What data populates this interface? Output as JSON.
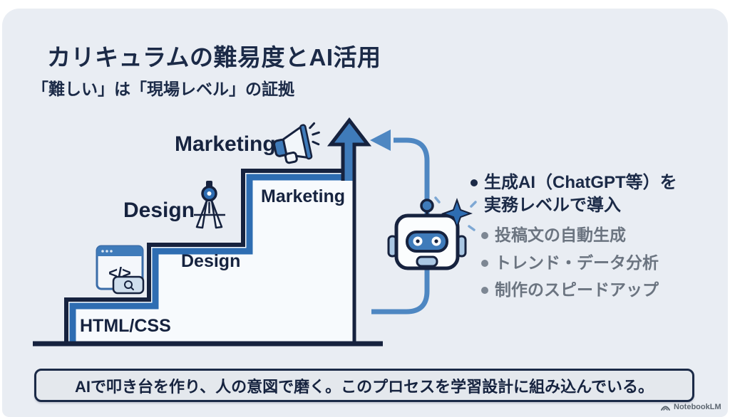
{
  "slide": {
    "title": "カリキュラムの難易度とAI活用",
    "subtitle": "「難しい」は「現場レベル」の証拠"
  },
  "staircase": {
    "steps": [
      {
        "id": "html-css",
        "inner_label": "HTML/CSS",
        "outer_label": "",
        "icon": "code-browser-icon"
      },
      {
        "id": "design",
        "inner_label": "Design",
        "outer_label": "Design",
        "icon": "compass-icon"
      },
      {
        "id": "marketing",
        "inner_label": "Marketing",
        "outer_label": "Marketing",
        "icon": "megaphone-icon"
      }
    ]
  },
  "ai_panel": {
    "primary": {
      "line1": "生成AI（ChatGPT等）を",
      "line2": "実務レベルで導入"
    },
    "sub_items": [
      {
        "label": "投稿文の自動生成"
      },
      {
        "label": "トレンド・データ分析"
      },
      {
        "label": "制作のスピードアップ"
      }
    ]
  },
  "banner": {
    "text": "AIで叩き台を作り、人の意図で磨く。このプロセスを学習設計に組み込んでいる。"
  },
  "footer": {
    "brand": "NotebookLM"
  },
  "icons": {
    "code_glyph": "</>",
    "list": [
      "code-browser-icon",
      "compass-icon",
      "megaphone-icon",
      "up-arrow-icon",
      "loop-arrow-icon",
      "robot-icon",
      "sparkle-icon",
      "notebooklm-logo-icon"
    ]
  },
  "colors": {
    "navy": "#1b2a47",
    "stair_outline": "#16223e",
    "stripe_blue": "#2e6db2",
    "arrow_fill": "#3f7bba",
    "loop_blue": "#4e87c2",
    "light_blue": "#aac7e3",
    "gray_text": "#6b7480",
    "panel_bg": "#e9edf3",
    "banner_bg": "#e4e8ed",
    "step_interior": "#f7fafd"
  }
}
